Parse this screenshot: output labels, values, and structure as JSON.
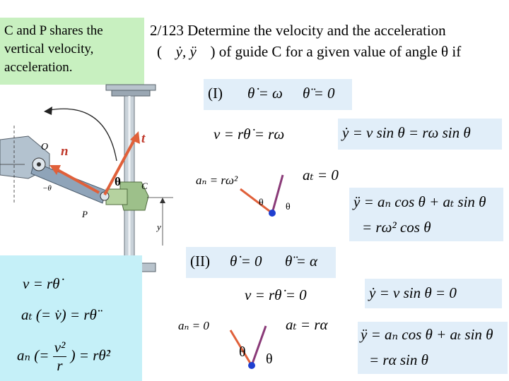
{
  "note": {
    "lines": [
      "C and P shares the",
      "vertical velocity,",
      "acceleration."
    ]
  },
  "title": {
    "line1": "2/123 Determine the velocity and the acceleration",
    "line2_prefix": "(",
    "line2_suffix": ") of guide C for a given value of angle θ if"
  },
  "figure": {
    "label_o": "O",
    "label_n": "n",
    "label_t": "t",
    "label_theta": "θ",
    "label_c": "C",
    "label_p": "P",
    "label_y": "y",
    "label_minus_theta": "−θ"
  },
  "case1": {
    "label": "(I)",
    "omega_eq": "= ω",
    "alpha_eq": "= 0",
    "v_eq_left": "v = rθ̇ = rω",
    "y_eq": "= v sin θ = rω sin θ",
    "an_eq": "aₙ = rω²",
    "at_eq": "aₜ = 0",
    "theta_a": "θ",
    "theta_b": "θ",
    "ydd_line1": "= aₙ cos θ + aₜ sin θ",
    "ydd_line2": "= rω² cos θ"
  },
  "case2": {
    "label": "(II)",
    "omega_eq": "= 0",
    "alpha_eq": "= α",
    "v_eq": "v = rθ̇ = 0",
    "y_eq": "= v sin θ = 0",
    "an_eq": "aₙ = 0",
    "at_eq": "aₜ = rα",
    "theta_a": "θ",
    "theta_b": "θ",
    "ydd_line1": "= aₙ cos θ + aₜ sin θ",
    "ydd_line2": "= rα sin θ"
  },
  "definitions": {
    "v_def": "v = rθ̇",
    "at_def": "aₜ (= v̇) = rθ̈",
    "an_def_prefix": "aₙ (=",
    "an_num": "v²",
    "an_den": "r",
    "an_def_suffix": ") = rθ̇²"
  },
  "colors": {
    "note_bg": "#c8f0c0",
    "eq_bg": "#e1eef9",
    "left_panel_bg": "#c5f0f8",
    "arrow_red": "#e0603a",
    "arrow_purple": "#8a3a78",
    "arm_blue": "#6c8aa8",
    "dot_blue": "#1f3fd0"
  }
}
